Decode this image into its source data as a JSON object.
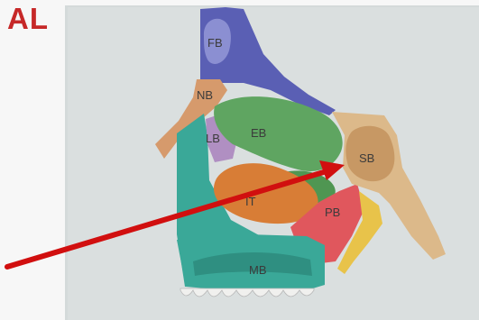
{
  "header": {
    "text": "AL"
  },
  "diagram": {
    "labels": {
      "fb": "FB",
      "nb": "NB",
      "lb": "LB",
      "eb": "EB",
      "sb": "SB",
      "it": "IT",
      "pb": "PB",
      "mb": "MB"
    },
    "colors": {
      "frontal": "#5a5fb4",
      "nasal": "#d69a6c",
      "lacrimal": "#b08fc2",
      "ethmoid": "#5fa561",
      "sphenoid": "#dcb98a",
      "turbinate": "#d87d36",
      "palatine": "#e0575d",
      "maxilla": "#3aa898",
      "vomer": "#e8c34a",
      "arrow": "#d10f0f"
    }
  }
}
